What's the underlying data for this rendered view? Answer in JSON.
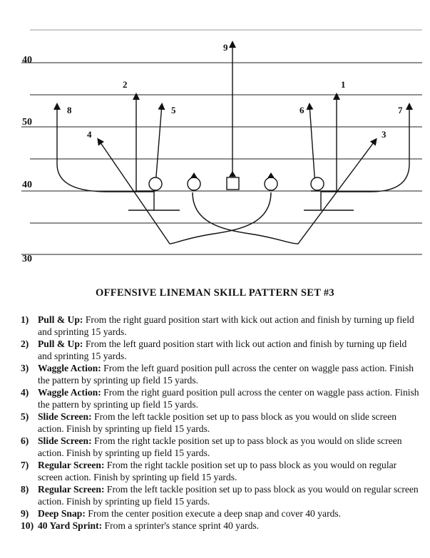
{
  "yard_labels": [
    "40",
    "50",
    "40",
    "30"
  ],
  "route_numbers": [
    "1",
    "2",
    "3",
    "4",
    "5",
    "6",
    "7",
    "8",
    "9"
  ],
  "positions": [
    "left-tackle",
    "left-guard",
    "center",
    "right-guard",
    "right-tackle"
  ],
  "title": "OFFENSIVE LINEMAN SKILL PATTERN SET #3",
  "items": [
    {
      "num": "1)",
      "head": "Pull & Up:",
      "text": " From the right guard position start with kick out action and finish by turning up field and sprinting 15 yards."
    },
    {
      "num": "2)",
      "head": "Pull & Up:",
      "text": " From the left guard position start with lick out action and finish by turning up field and sprinting 15 yards."
    },
    {
      "num": "3)",
      "head": "Waggle Action:",
      "text": " From the left guard position pull across the center on waggle pass action. Finish the pattern by sprinting up field 15 yards."
    },
    {
      "num": "4)",
      "head": "Waggle Action:",
      "text": " From the right guard position pull across the center on waggle pass action. Finish the pattern by sprinting up field 15 yards."
    },
    {
      "num": "5)",
      "head": "Slide Screen:",
      "text": " From the left tackle position set up to pass block as you would on slide screen action. Finish by sprinting up field 15 yards."
    },
    {
      "num": "6)",
      "head": "Slide Screen:",
      "text": " From the right tackle position set up to pass block as you would on slide screen action. Finish by sprinting up field 15 yards."
    },
    {
      "num": "7)",
      "head": "Regular Screen:",
      "text": " From the right tackle position set up to pass block as you would on regular screen action. Finish by sprinting up field 15 yards."
    },
    {
      "num": "8)",
      "head": "Regular Screen:",
      "text": " From the left tackle position set up to pass block as you would on regular screen action. Finish by sprinting up field 15 yards."
    },
    {
      "num": "9)",
      "head": "Deep Snap:",
      "text": " From the center position execute a deep snap and cover 40 yards."
    },
    {
      "num": "10)",
      "head": "40 Yard Sprint:",
      "text": " From a sprinter's stance sprint 40 yards."
    }
  ]
}
